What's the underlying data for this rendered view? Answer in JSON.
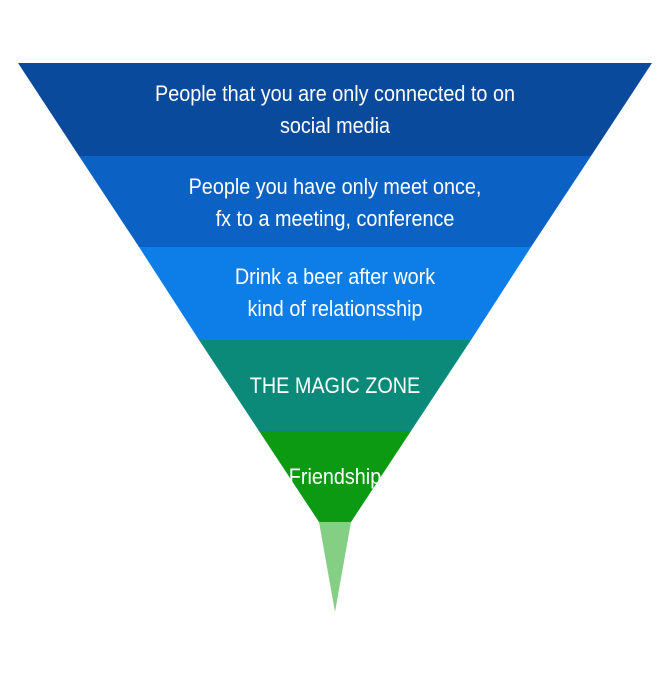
{
  "pyramid": {
    "levels": [
      {
        "lines": [
          "People that you are only connected to on",
          "social media"
        ],
        "color": "#0a4a9c"
      },
      {
        "lines": [
          "People you have only meet once,",
          "fx to a meeting, conference"
        ],
        "color": "#0b62c4"
      },
      {
        "lines": [
          "Drink a beer after work",
          "kind of relationsship"
        ],
        "color": "#0d7ee8"
      },
      {
        "lines": [
          "THE MAGIC ZONE"
        ],
        "color": "#0c8a79"
      },
      {
        "lines": [
          "Friendship"
        ],
        "color": "#0b9a12"
      },
      {
        "lines": [],
        "color": "#84cf84"
      }
    ]
  }
}
